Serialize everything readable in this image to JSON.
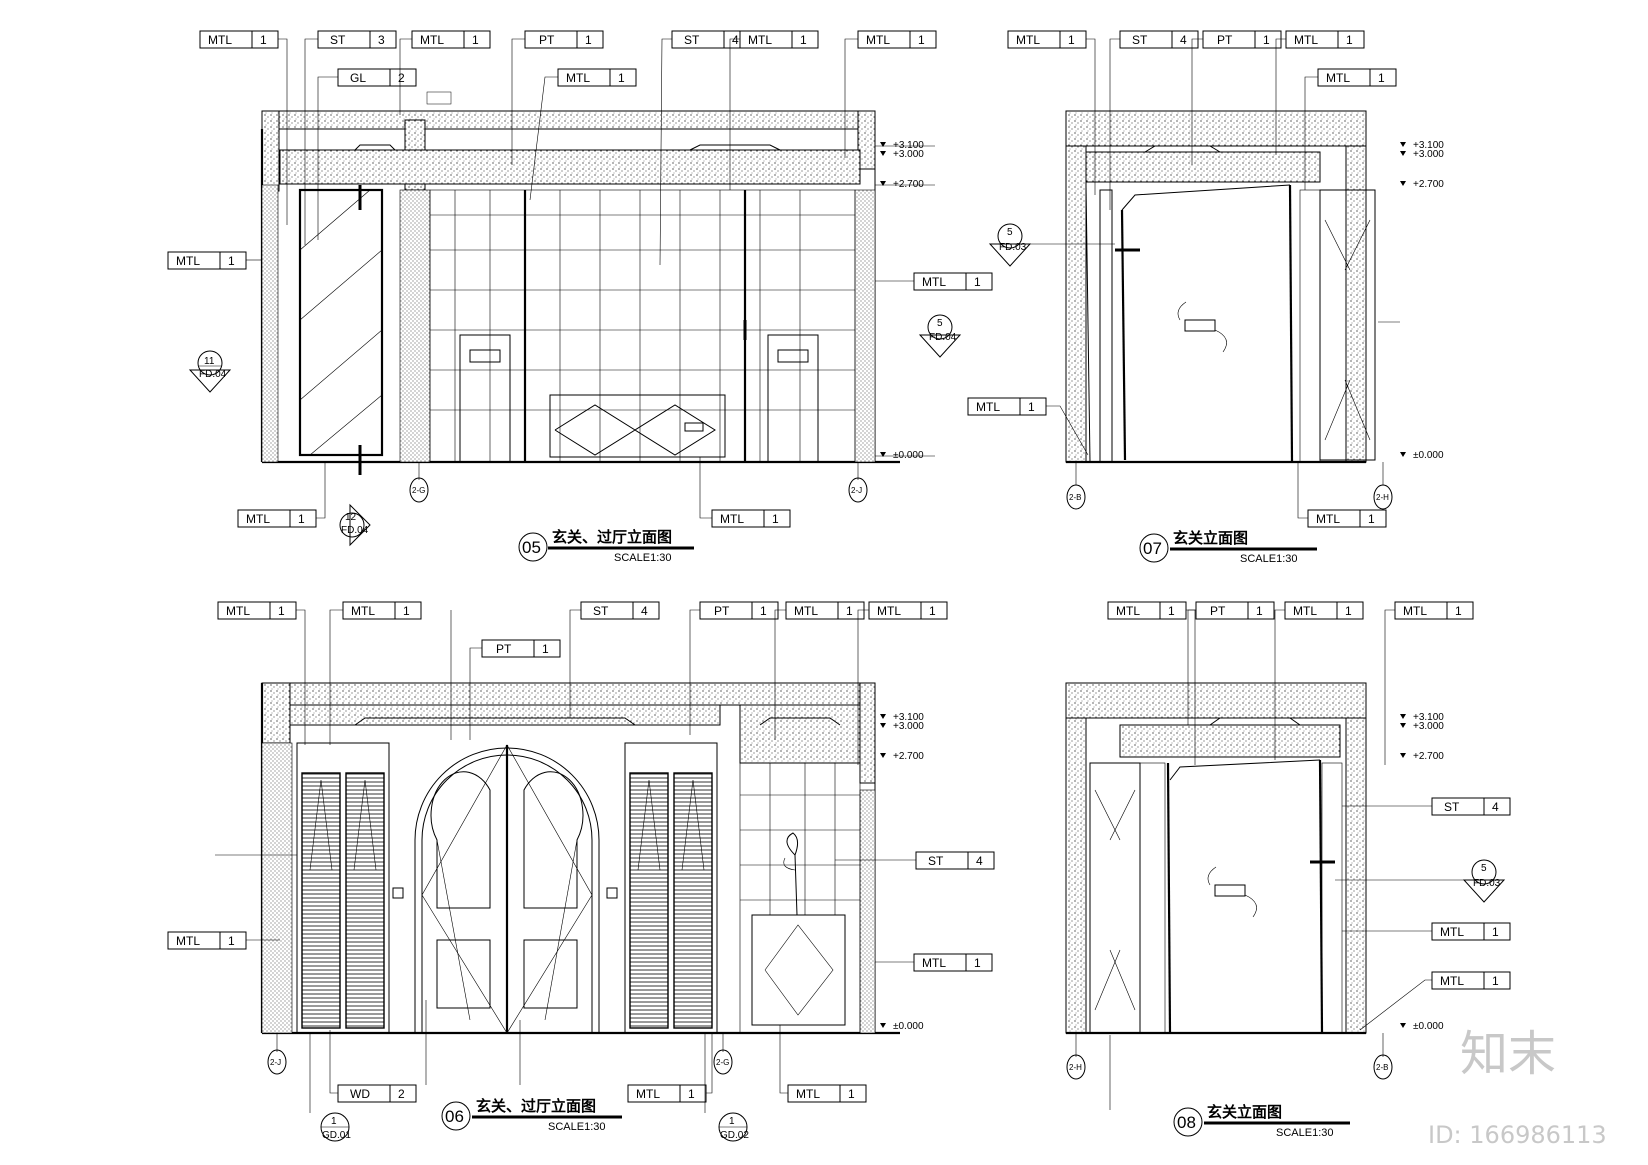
{
  "drawings": {
    "d05": {
      "number": "05",
      "title": "玄关、过厅立面图",
      "scale": "SCALE1:30",
      "levels": [
        "+3.100",
        "+3.000",
        "+2.700",
        "±0.000"
      ],
      "axes": [
        "2-G",
        "2-J"
      ],
      "tags": [
        {
          "code": "MTL",
          "num": "1"
        },
        {
          "code": "ST",
          "num": "3"
        },
        {
          "code": "GL",
          "num": "2"
        },
        {
          "code": "MTL",
          "num": "1"
        },
        {
          "code": "PT",
          "num": "1"
        },
        {
          "code": "MTL",
          "num": "1"
        },
        {
          "code": "ST",
          "num": "4"
        },
        {
          "code": "MTL",
          "num": "1"
        },
        {
          "code": "MTL",
          "num": "1"
        },
        {
          "code": "MTL",
          "num": "1"
        },
        {
          "code": "MTL",
          "num": "1"
        },
        {
          "code": "MTL",
          "num": "1"
        },
        {
          "code": "MTL",
          "num": "1"
        }
      ],
      "symbols": [
        {
          "num": "11",
          "ref": "FD.04"
        },
        {
          "num": "12",
          "ref": "FD.04"
        },
        {
          "num": "5",
          "ref": "FD.04"
        }
      ]
    },
    "d07": {
      "number": "07",
      "title": "玄关立面图",
      "scale": "SCALE1:30",
      "levels": [
        "+3.100",
        "+3.000",
        "+2.700",
        "±0.000"
      ],
      "axes": [
        "2-B",
        "2-H"
      ],
      "tags": [
        {
          "code": "MTL",
          "num": "1"
        },
        {
          "code": "ST",
          "num": "4"
        },
        {
          "code": "PT",
          "num": "1"
        },
        {
          "code": "MTL",
          "num": "1"
        },
        {
          "code": "MTL",
          "num": "1"
        },
        {
          "code": "MTL",
          "num": "1"
        },
        {
          "code": "MTL",
          "num": "1"
        }
      ],
      "symbols": [
        {
          "num": "5",
          "ref": "FD.03"
        }
      ]
    },
    "d06": {
      "number": "06",
      "title": "玄关、过厅立面图",
      "scale": "SCALE1:30",
      "levels": [
        "+3.100",
        "+3.000",
        "+2.700",
        "±0.000"
      ],
      "axes": [
        "2-J",
        "2-G"
      ],
      "tags": [
        {
          "code": "MTL",
          "num": "1"
        },
        {
          "code": "MTL",
          "num": "1"
        },
        {
          "code": "ST",
          "num": "4"
        },
        {
          "code": "PT",
          "num": "1"
        },
        {
          "code": "MTL",
          "num": "1"
        },
        {
          "code": "MTL",
          "num": "1"
        },
        {
          "code": "PT",
          "num": "1"
        },
        {
          "code": "ST",
          "num": "4"
        },
        {
          "code": "MTL",
          "num": "1"
        },
        {
          "code": "MTL",
          "num": "1"
        },
        {
          "code": "WD",
          "num": "2"
        },
        {
          "code": "MTL",
          "num": "1"
        },
        {
          "code": "MTL",
          "num": "1"
        }
      ],
      "symbols": [
        {
          "num": "1",
          "ref": "GD.01"
        },
        {
          "num": "1",
          "ref": "GD.02"
        }
      ]
    },
    "d08": {
      "number": "08",
      "title": "玄关立面图",
      "scale": "SCALE1:30",
      "levels": [
        "+3.100",
        "+3.000",
        "+2.700",
        "±0.000"
      ],
      "axes": [
        "2-H",
        "2-B"
      ],
      "tags": [
        {
          "code": "MTL",
          "num": "1"
        },
        {
          "code": "PT",
          "num": "1"
        },
        {
          "code": "MTL",
          "num": "1"
        },
        {
          "code": "MTL",
          "num": "1"
        },
        {
          "code": "ST",
          "num": "4"
        },
        {
          "code": "MTL",
          "num": "1"
        },
        {
          "code": "MTL",
          "num": "1"
        }
      ],
      "symbols": [
        {
          "num": "5",
          "ref": "FD.03"
        }
      ]
    }
  },
  "watermark": {
    "logo": "知末",
    "id": "ID: 166986113"
  }
}
